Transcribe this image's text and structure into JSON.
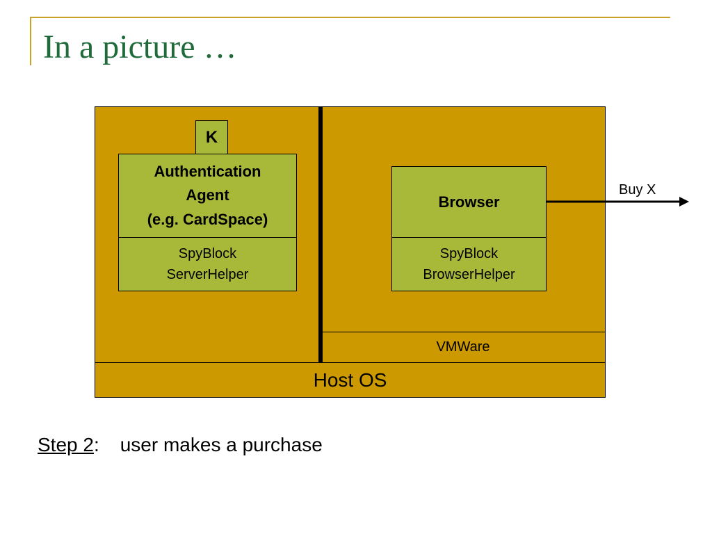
{
  "slide": {
    "title": "In a picture …"
  },
  "diagram": {
    "host_os": "Host OS",
    "vmware": "VMWare",
    "key": "K",
    "auth_agent": "Authentication\nAgent\n(e.g. CardSpace)",
    "server_helper": "SpyBlock\nServerHelper",
    "browser": "Browser",
    "browser_helper": "SpyBlock\nBrowserHelper",
    "arrow_label": "Buy X"
  },
  "step": {
    "label": "Step 2",
    "separator": ":",
    "text": "user makes a purchase"
  },
  "colors": {
    "frame_line": "#c9a227",
    "title_text": "#1f6b3a",
    "outer_fill": "#cc9900",
    "component_fill": "#a8b93a",
    "border": "#000000"
  }
}
